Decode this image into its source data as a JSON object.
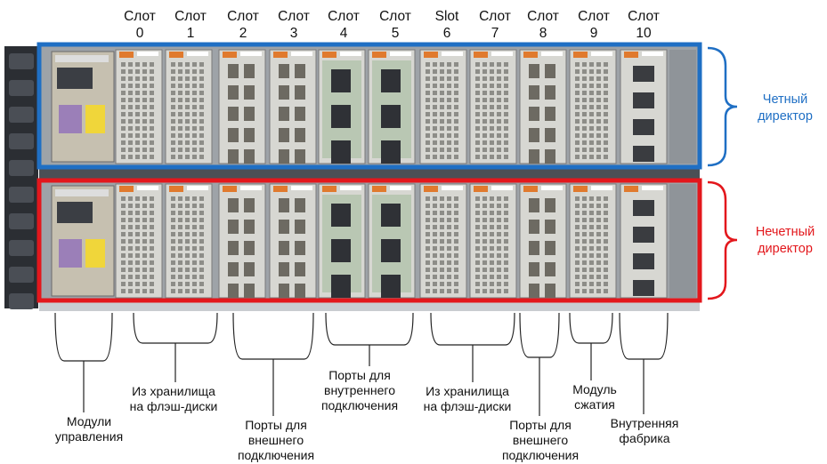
{
  "slots": [
    {
      "line1": "Слот",
      "line2": "0"
    },
    {
      "line1": "Слот",
      "line2": "1"
    },
    {
      "line1": "Слот",
      "line2": "2"
    },
    {
      "line1": "Слот",
      "line2": "3"
    },
    {
      "line1": "Слот",
      "line2": "4"
    },
    {
      "line1": "Слот",
      "line2": "5"
    },
    {
      "line1": "Slot",
      "line2": "6"
    },
    {
      "line1": "Слот",
      "line2": "7"
    },
    {
      "line1": "Слот",
      "line2": "8"
    },
    {
      "line1": "Слот",
      "line2": "9"
    },
    {
      "line1": "Слот",
      "line2": "10"
    }
  ],
  "directors": {
    "even": {
      "line1": "Четный",
      "line2": "директор",
      "color": "#1f6fc4"
    },
    "odd": {
      "line1": "Нечетный",
      "line2": "директор",
      "color": "#e3171c"
    }
  },
  "modules": {
    "management": {
      "line1": "Модули",
      "line2": "управления"
    },
    "flash1": {
      "line1": "Из хранилища",
      "line2": "на флэш-диски"
    },
    "external1": {
      "line1": "Порты для",
      "line2": "внешнего",
      "line3": "подключения"
    },
    "internal": {
      "line1": "Порты для",
      "line2": "внутреннего",
      "line3": "подключения"
    },
    "flash2": {
      "line1": "Из хранилища",
      "line2": "на флэш-диски"
    },
    "external2": {
      "line1": "Порты для",
      "line2": "внешнего",
      "line3": "подключения"
    },
    "compression": {
      "line1": "Модуль",
      "line2": "сжатия"
    },
    "fabric": {
      "line1": "Внутренняя",
      "line2": "фабрика"
    }
  }
}
